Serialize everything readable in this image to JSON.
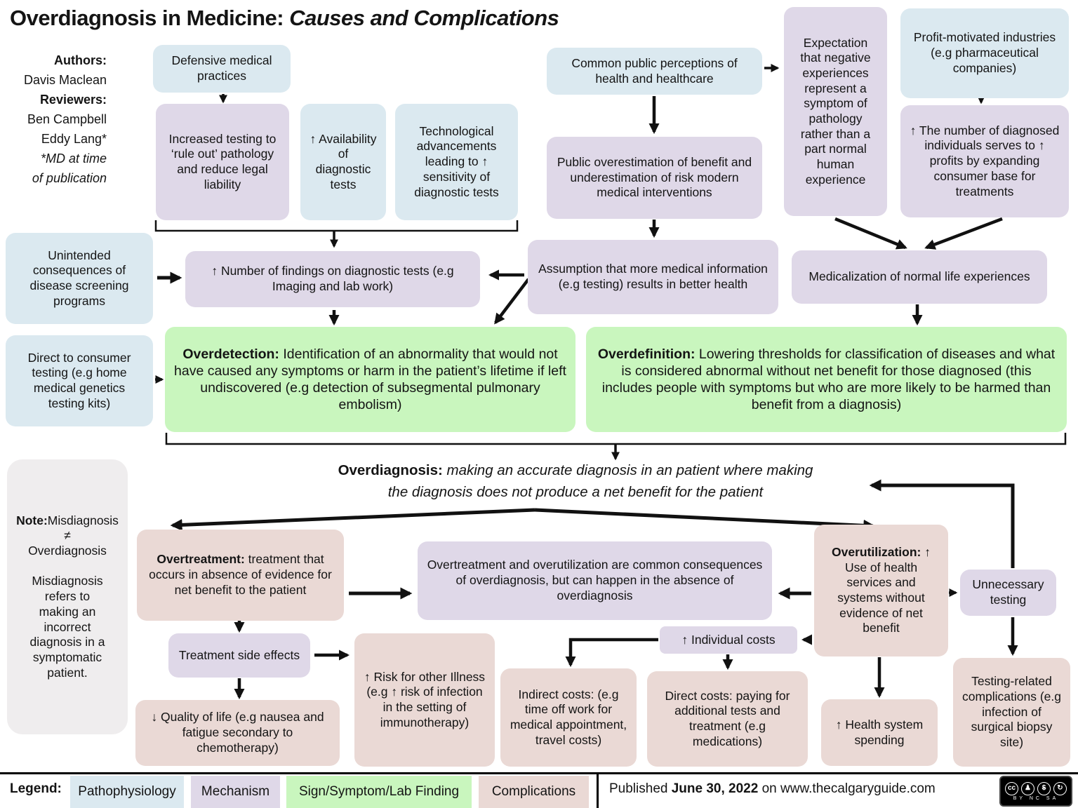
{
  "palette": {
    "patho": "#dbe9f0",
    "mech": "#dfd8e8",
    "find": "#c9f6be",
    "comp": "#ead9d5",
    "noteg": "#efedee"
  },
  "title": {
    "main": "Overdiagnosis in Medicine: ",
    "sub": "Causes and Complications"
  },
  "credits": {
    "authors_label": "Authors:",
    "author": "Davis Maclean",
    "reviewers_label": "Reviewers:",
    "reviewer1": "Ben Campbell",
    "reviewer2": "Eddy Lang*",
    "note1": "*MD at time",
    "note2": "of publication"
  },
  "boxes": {
    "defensive": {
      "text": "Defensive medical practices"
    },
    "increased": {
      "text": "Increased testing to ‘rule out’ pathology and reduce legal liability"
    },
    "availability": {
      "text": "↑ Availability of diagnostic tests"
    },
    "tech": {
      "text": "Technological advancements leading to ↑ sensitivity of diagnostic tests"
    },
    "common": {
      "text": "Common public perceptions of health and healthcare"
    },
    "overest": {
      "text": "Public overestimation of benefit and underestimation of risk modern medical interventions"
    },
    "expectation": {
      "text": "Expectation that negative experiences represent a symptom of pathology rather than a part normal human experience"
    },
    "profit": {
      "text": "Profit-motivated industries (e.g pharmaceutical companies)"
    },
    "numdiag": {
      "text": "↑ The number of diagnosed individuals serves to ↑ profits by expanding consumer base for treatments"
    },
    "unintended": {
      "text": "Unintended consequences of disease screening programs"
    },
    "findings": {
      "text": "↑ Number of findings on diagnostic tests (e.g Imaging and lab work)"
    },
    "assumption": {
      "text": "Assumption that more medical information (e.g testing) results in better health"
    },
    "medicalization": {
      "text": "Medicalization of normal life experiences"
    },
    "direct_consumer": {
      "text": "Direct to consumer testing (e.g home medical genetics testing kits)"
    },
    "overdetection": {
      "label": "Overdetection:",
      "text": " Identification of an abnormality that would not have caused any symptoms or harm in the patient’s lifetime if left undiscovered (e.g detection of subsegmental pulmonary embolism)"
    },
    "overdefinition": {
      "label": "Overdefinition:",
      "text": "  Lowering thresholds for classification of diseases and what is considered abnormal without net benefit for those diagnosed (this includes people with symptoms but who are more likely to be harmed than benefit from a diagnosis)"
    },
    "overdiagnosis": {
      "label": "Overdiagnosis:",
      "line1": "making an accurate diagnosis in an patient where making",
      "line2": "the diagnosis does not produce a net benefit for the patient"
    },
    "note": {
      "title": "Note:",
      "body": "Misdiagnosis\n≠\nOverdiagnosis\n\nMisdiagnosis\nrefers to\nmaking an\nincorrect\ndiagnosis in a\nsymptomatic\npatient."
    },
    "overtreatment": {
      "label": "Overtreatment:",
      "text": " treatment that occurs in absence of evidence for net benefit to the patient"
    },
    "consequences": {
      "text": "Overtreatment and overutilization are common consequences of overdiagnosis, but can happen in the absence of overdiagnosis"
    },
    "overutilization": {
      "label": "Overutilization:",
      "text": " ↑ Use of health services and systems without evidence of net benefit"
    },
    "unnecessary": {
      "text": "Unnecessary testing"
    },
    "treatment_side": {
      "text": "Treatment side effects"
    },
    "risk": {
      "text": "↑ Risk for other Illness (e.g ↑ risk of infection in the setting of immunotherapy)"
    },
    "quality": {
      "text": "↓ Quality of life (e.g nausea and fatigue secondary to chemotherapy)"
    },
    "indirect": {
      "text": "Indirect costs: (e.g time off work for medical appointment, travel costs)"
    },
    "individual": {
      "text": "↑ Individual costs"
    },
    "direct_costs": {
      "text": "Direct costs: paying for additional tests and treatment (e.g medications)"
    },
    "health": {
      "text": "↑ Health system spending"
    },
    "testing_rel": {
      "text": "Testing-related complications (e.g infection of surgical biopsy site)"
    }
  },
  "legend": {
    "label": "Legend:",
    "items": [
      {
        "key": "pathophysiology",
        "label": "Pathophysiology"
      },
      {
        "key": "mechanism",
        "label": "Mechanism"
      },
      {
        "key": "finding",
        "label": "Sign/Symptom/Lab Finding"
      },
      {
        "key": "complications",
        "label": "Complications"
      }
    ],
    "published_prefix": "Published ",
    "published_date": "June 30, 2022",
    "published_suffix": " on www.thecalgaryguide.com"
  },
  "cc_badge": {
    "glyphs": [
      "cc",
      "♟",
      "$",
      "↻"
    ],
    "label": "BY NC SA"
  }
}
